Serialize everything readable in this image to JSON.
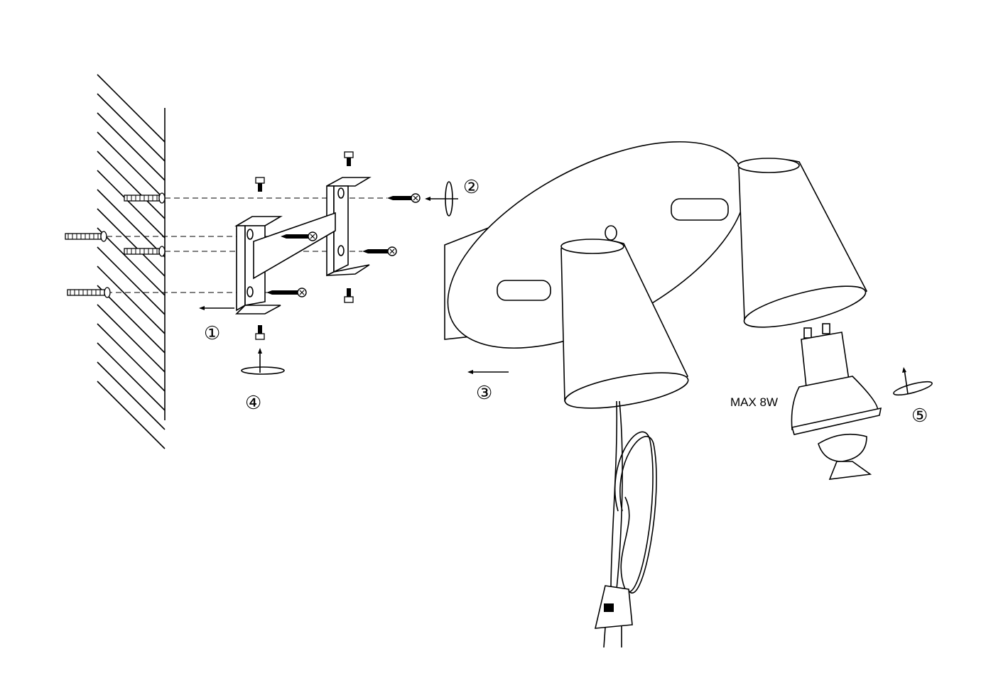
{
  "steps": {
    "step1": "①",
    "step2": "②",
    "step3": "③",
    "step4": "④",
    "step5": "⑤"
  },
  "bulb_label": "MAX 8W",
  "colors": {
    "line": "#000000",
    "background": "#ffffff"
  }
}
